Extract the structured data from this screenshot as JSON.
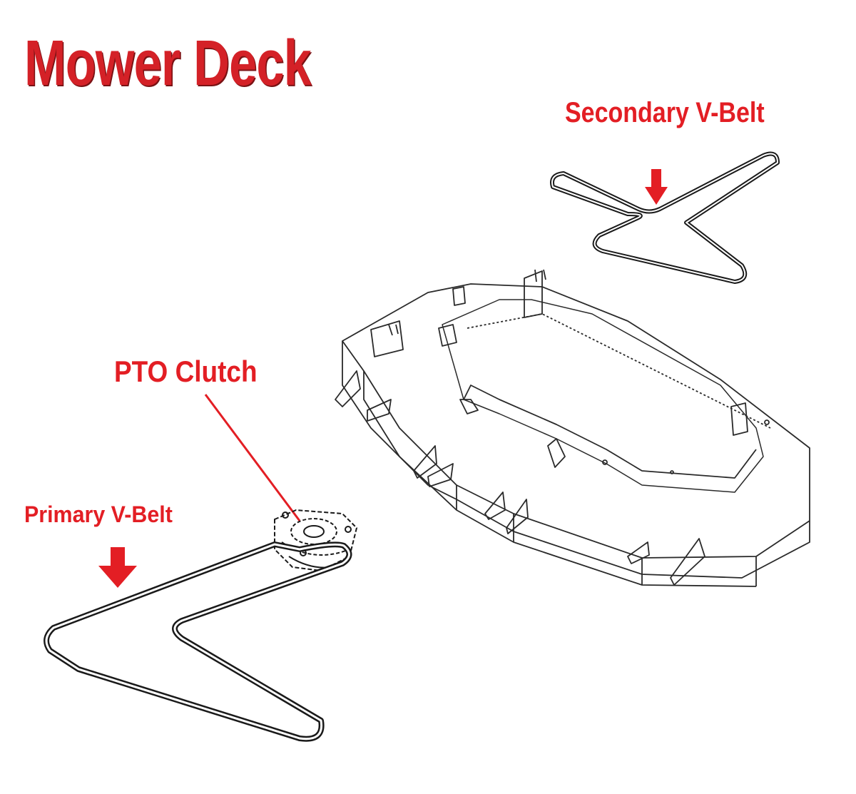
{
  "title": "Mower Deck",
  "labels": {
    "secondary_belt": "Secondary V-Belt",
    "pto_clutch": "PTO Clutch",
    "primary_belt": "Primary V-Belt"
  },
  "colors": {
    "title": "#d42127",
    "label": "#e31e24",
    "arrow": "#e31e24",
    "line_art": "#1a1a1a"
  }
}
